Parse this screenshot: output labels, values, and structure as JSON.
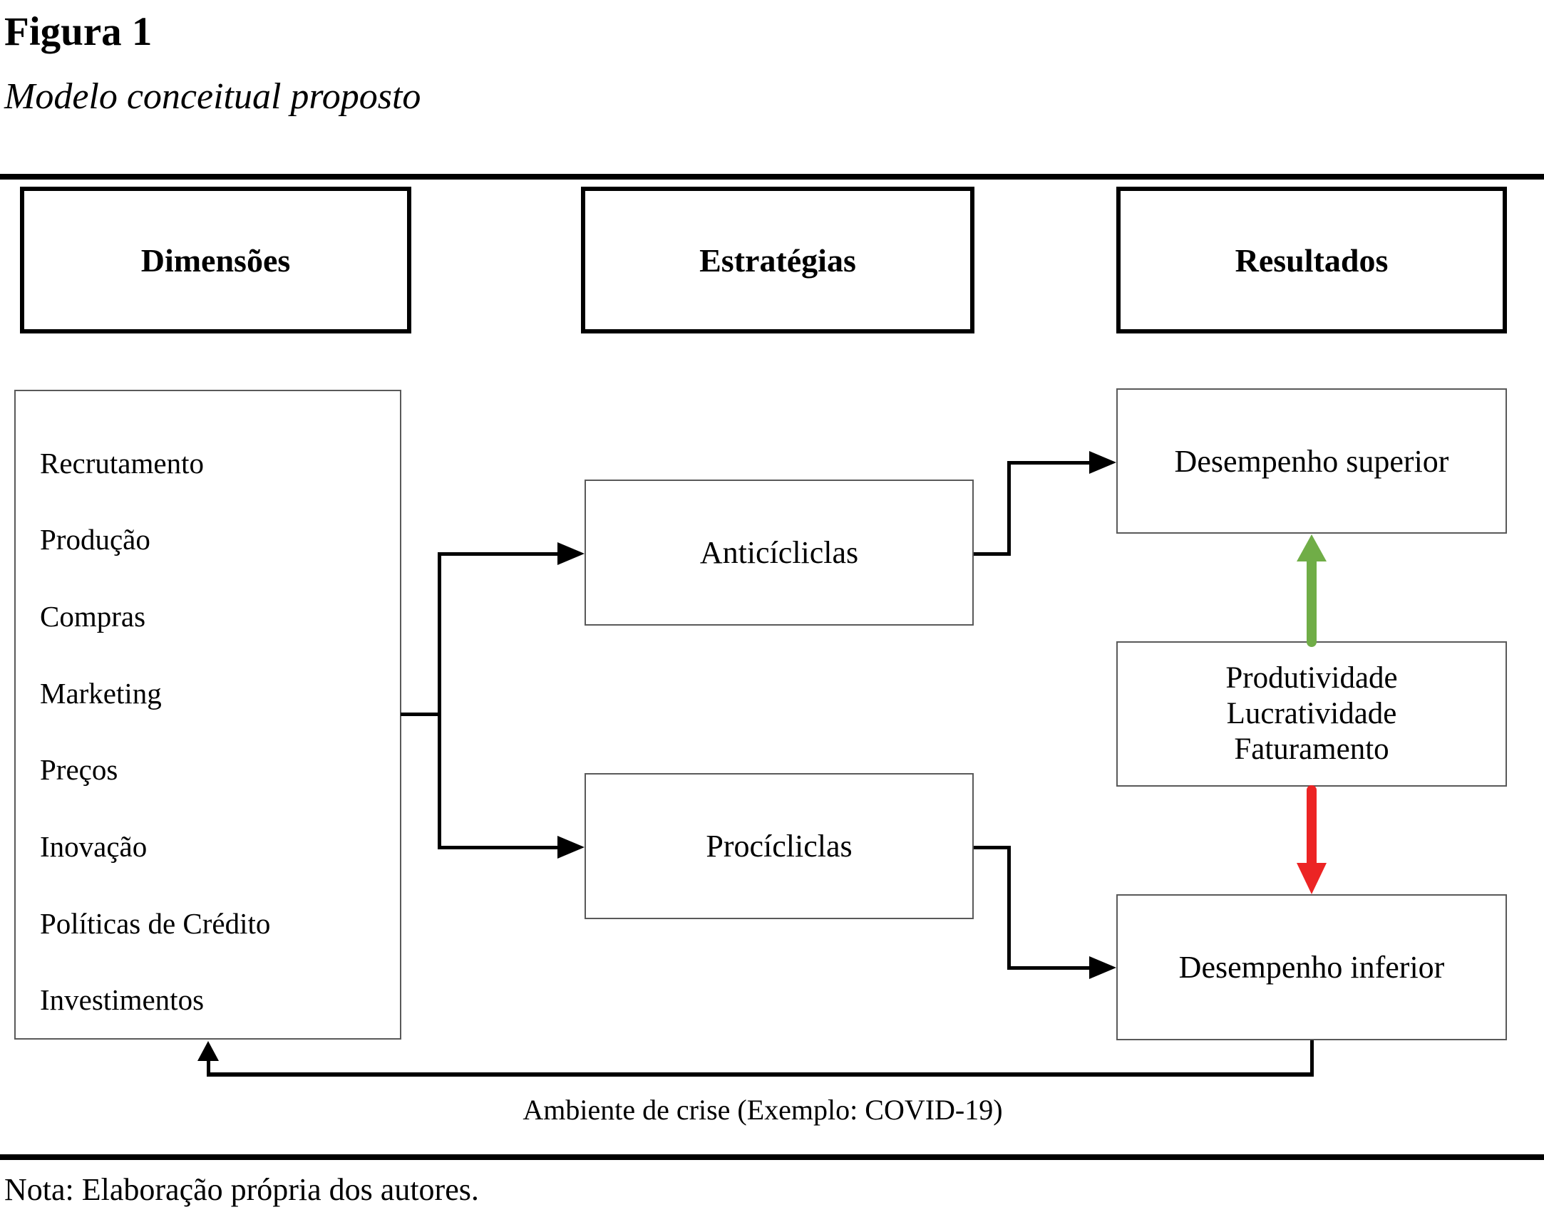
{
  "figure": {
    "label": "Figura 1",
    "subtitle": "Modelo conceitual proposto",
    "note": "Nota: Elaboração própria dos autores."
  },
  "headers": {
    "dimensions": "Dimensões",
    "strategies": "Estratégias",
    "results": "Resultados"
  },
  "dimensions_list": {
    "items": [
      "Recrutamento",
      "Produção",
      "Compras",
      "Marketing",
      "Preços",
      "Inovação",
      "Políticas de Crédito",
      "Investimentos"
    ]
  },
  "strategies": {
    "anticyclical": "Anticícliclas",
    "procyclical": "Procícliclas"
  },
  "results": {
    "superior": "Desempenho superior",
    "indicators": [
      "Produtividade",
      "Lucratividade",
      "Faturamento"
    ],
    "inferior": "Desempenho inferior"
  },
  "feedback": {
    "caption": "Ambiente de crise (Exemplo: COVID-19)"
  },
  "colors": {
    "positive_arrow": "#70ad47",
    "negative_arrow": "#ec2424",
    "connector": "#000000",
    "box_border": "#595959"
  }
}
